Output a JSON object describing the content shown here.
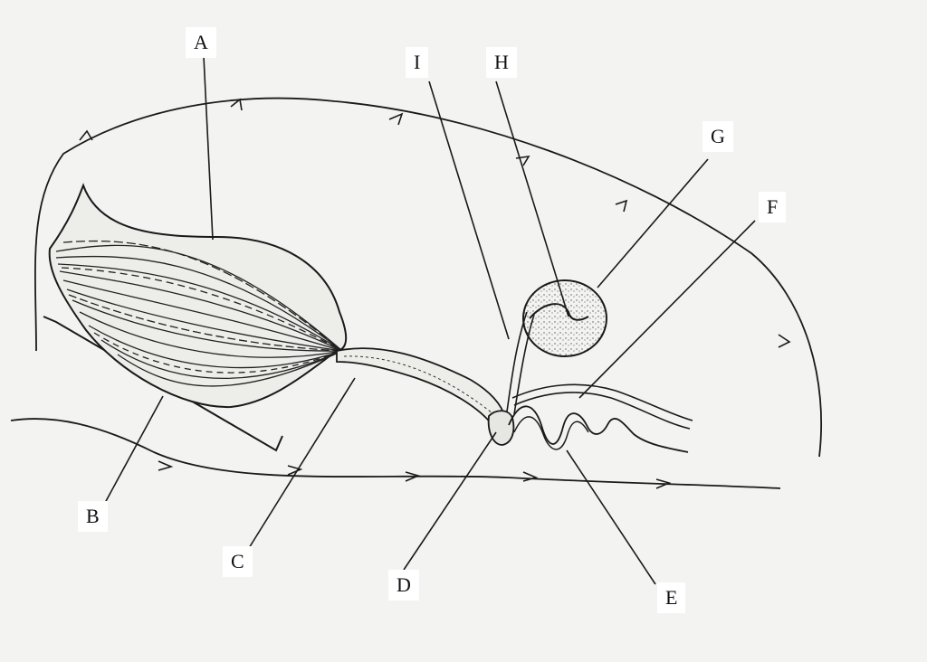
{
  "labels": {
    "a": "A",
    "b": "B",
    "c": "C",
    "d": "D",
    "e": "E",
    "f": "F",
    "g": "G",
    "h": "H",
    "i": "I"
  },
  "colors": {
    "background": "#f3f3f1",
    "ink": "#1a1a1a",
    "label_box": "#ffffff"
  }
}
